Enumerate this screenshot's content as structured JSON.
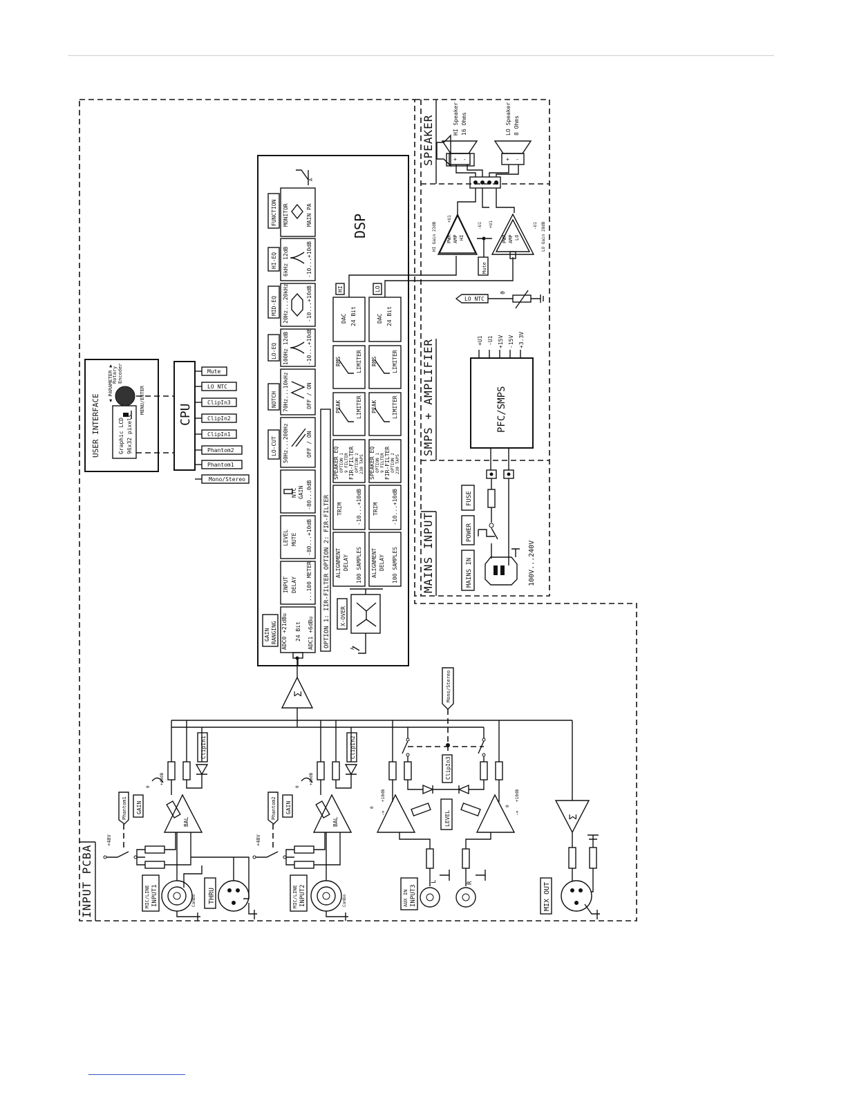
{
  "sections": {
    "input_pcba": "INPUT PCBA",
    "speaker": "SPEAKER",
    "smps_amplifier": "SMPS + AMPLIFIER",
    "mains_input": "MAINS INPUT"
  },
  "user_interface": {
    "title": "USER INTERFACE",
    "lcd_line1": "Graphic LCD",
    "lcd_line2": "96x32 pixels",
    "parameter": "◀ PARAMETER ▶",
    "rotary_line1": "Rotary",
    "rotary_line2": "Encoder",
    "menu_enter": "MENU/ENTER"
  },
  "cpu": {
    "label": "CPU",
    "signals": [
      "Mono/Stereo",
      "Phantom1",
      "Phantom2",
      "ClipIn1",
      "ClipIn2",
      "ClipIn3",
      "LO NTC",
      "Mute"
    ]
  },
  "dsp": {
    "label": "DSP",
    "gain_ranging": [
      "GAIN",
      "RANGING"
    ],
    "adc": [
      "ADC0 +21dBu",
      "24 Bit",
      "ADC1 +6dBu"
    ],
    "input_delay": [
      "INPUT",
      "DELAY",
      "...100 METER"
    ],
    "level_mute": [
      "LEVEL",
      "MUTE",
      "-80...+10dB"
    ],
    "ntc_gain": [
      "NTC",
      "GAIN",
      "-80...0dB"
    ],
    "lo_cut_label": "LO-CUT",
    "lo_cut": [
      "50Hz...200Hz",
      "OFF / ON"
    ],
    "notch_label": "NOTCH",
    "notch": [
      "70Hz...10kHz",
      "OFF / ON"
    ],
    "lo_eq_label": "LO-EQ",
    "lo_eq": [
      "100Hz  12dB",
      "-10...+10dB"
    ],
    "mid_eq_label": "MID-EQ",
    "mid_eq": [
      "20Hz...20kHz",
      "-10...+10dB"
    ],
    "hi_eq_label": "HI-EQ",
    "hi_eq": [
      "6kHz  12dB",
      "-10...+10dB"
    ],
    "function_label": "FUNCTION",
    "function": [
      "MONITOR",
      "MAIN PA"
    ],
    "switch_label": "A",
    "option_label": "OPTION 1: IIR-FILTER   OPTION 2: FIR-FILTER",
    "xover_label": "X-OVER",
    "align_delay": [
      "ALIGNMENT",
      "DELAY",
      "100 SAMPLES"
    ],
    "trim": [
      "TRIM",
      "-10...+10dB"
    ],
    "speaker_eq": [
      "SPEAKER EQ",
      "OPTION 1",
      "9 FILTER",
      "FIR-FILTER",
      "OPTION 2",
      "230 TAPS"
    ],
    "peak": [
      "PEAK",
      "LIMITER"
    ],
    "rms": [
      "RMS",
      "LIMITER"
    ],
    "dac": [
      "DAC",
      "24 Bit"
    ],
    "hi_tag": "HI",
    "lo_tag": "LO"
  },
  "speaker": {
    "hi_speaker": [
      "HI Speaker",
      "16 Ohms"
    ],
    "lo_speaker": [
      "LO Speaker",
      "8 Ohms"
    ],
    "plus": "+",
    "minus": "-"
  },
  "amplifier": {
    "hi_amp": [
      "PWR",
      "AMP",
      "HI"
    ],
    "lo_amp": [
      "PWR",
      "AMP",
      "LO"
    ],
    "hi_gain": "HI Gain 23dB",
    "lo_gain": "LO Gain 28dB",
    "rails_plus": "+U1",
    "rails_minus": "-U1",
    "mute": "Mute",
    "lo_ntc": "LO NTC",
    "theta": "ϑ"
  },
  "smps": {
    "label": "PFC/SMPS",
    "rails": [
      "+U1",
      "-U1",
      "+15V",
      "-15V",
      "+3.3V"
    ]
  },
  "mains": {
    "mains_in": "MAINS IN",
    "power": "POWER",
    "fuse": "FUSE",
    "voltage": "100V...240V"
  },
  "inputs": {
    "input1": [
      "MIC/LINE",
      "INPUT1"
    ],
    "input2": [
      "MIC/LINE",
      "INPUT2"
    ],
    "input3": [
      "AUX IN",
      "INPUT3"
    ],
    "thru": "THRU",
    "mix_out": "MIX OUT",
    "combo": "Combo",
    "phantom1": "Phantom1",
    "phantom2": "Phantom2",
    "clip1": "ClipIn1",
    "clip2": "ClipIn2",
    "clip3": "ClipIn3",
    "mono_stereo": "Mono/Stereo",
    "plus48v": "+48V",
    "gain": "GAIN",
    "level": "LEVEL",
    "bal": "BAL",
    "sum": "Σ",
    "zero_db": "0",
    "plus40db": "+40dB",
    "plus10db": "+10dB",
    "minus_inf": "-∞",
    "left": "L",
    "right": "R"
  }
}
